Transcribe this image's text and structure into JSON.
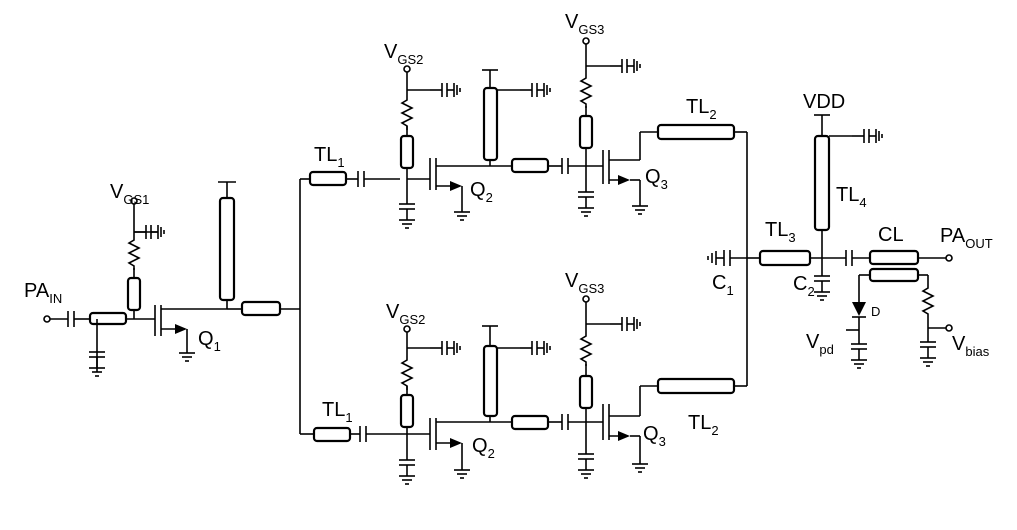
{
  "labels": {
    "pa_in": {
      "main": "PA",
      "sub": "IN"
    },
    "pa_out": {
      "main": "PA",
      "sub": "OUT"
    },
    "vgs1": {
      "main": "V",
      "sub": "GS1"
    },
    "vgs2_top": {
      "main": "V",
      "sub": "GS2"
    },
    "vgs3_top": {
      "main": "V",
      "sub": "GS3"
    },
    "vgs2_bot": {
      "main": "V",
      "sub": "GS2"
    },
    "vgs3_bot": {
      "main": "V",
      "sub": "GS3"
    },
    "vdd": "VDD",
    "q1": {
      "main": "Q",
      "sub": "1"
    },
    "q2_top": {
      "main": "Q",
      "sub": "2"
    },
    "q3_top": {
      "main": "Q",
      "sub": "3"
    },
    "q2_bot": {
      "main": "Q",
      "sub": "2"
    },
    "q3_bot": {
      "main": "Q",
      "sub": "3"
    },
    "tl1_top": {
      "main": "TL",
      "sub": "1"
    },
    "tl1_bot": {
      "main": "TL",
      "sub": "1"
    },
    "tl2_top": {
      "main": "TL",
      "sub": "2"
    },
    "tl2_bot": {
      "main": "TL",
      "sub": "2"
    },
    "tl3": {
      "main": "TL",
      "sub": "3"
    },
    "tl4": {
      "main": "TL",
      "sub": "4"
    },
    "c1": {
      "main": "C",
      "sub": "1"
    },
    "c2": {
      "main": "C",
      "sub": "2"
    },
    "cl": "CL",
    "d": "D",
    "vpd": {
      "main": "V",
      "sub": "pd"
    },
    "vbias": {
      "main": "V",
      "sub": "bias"
    }
  }
}
